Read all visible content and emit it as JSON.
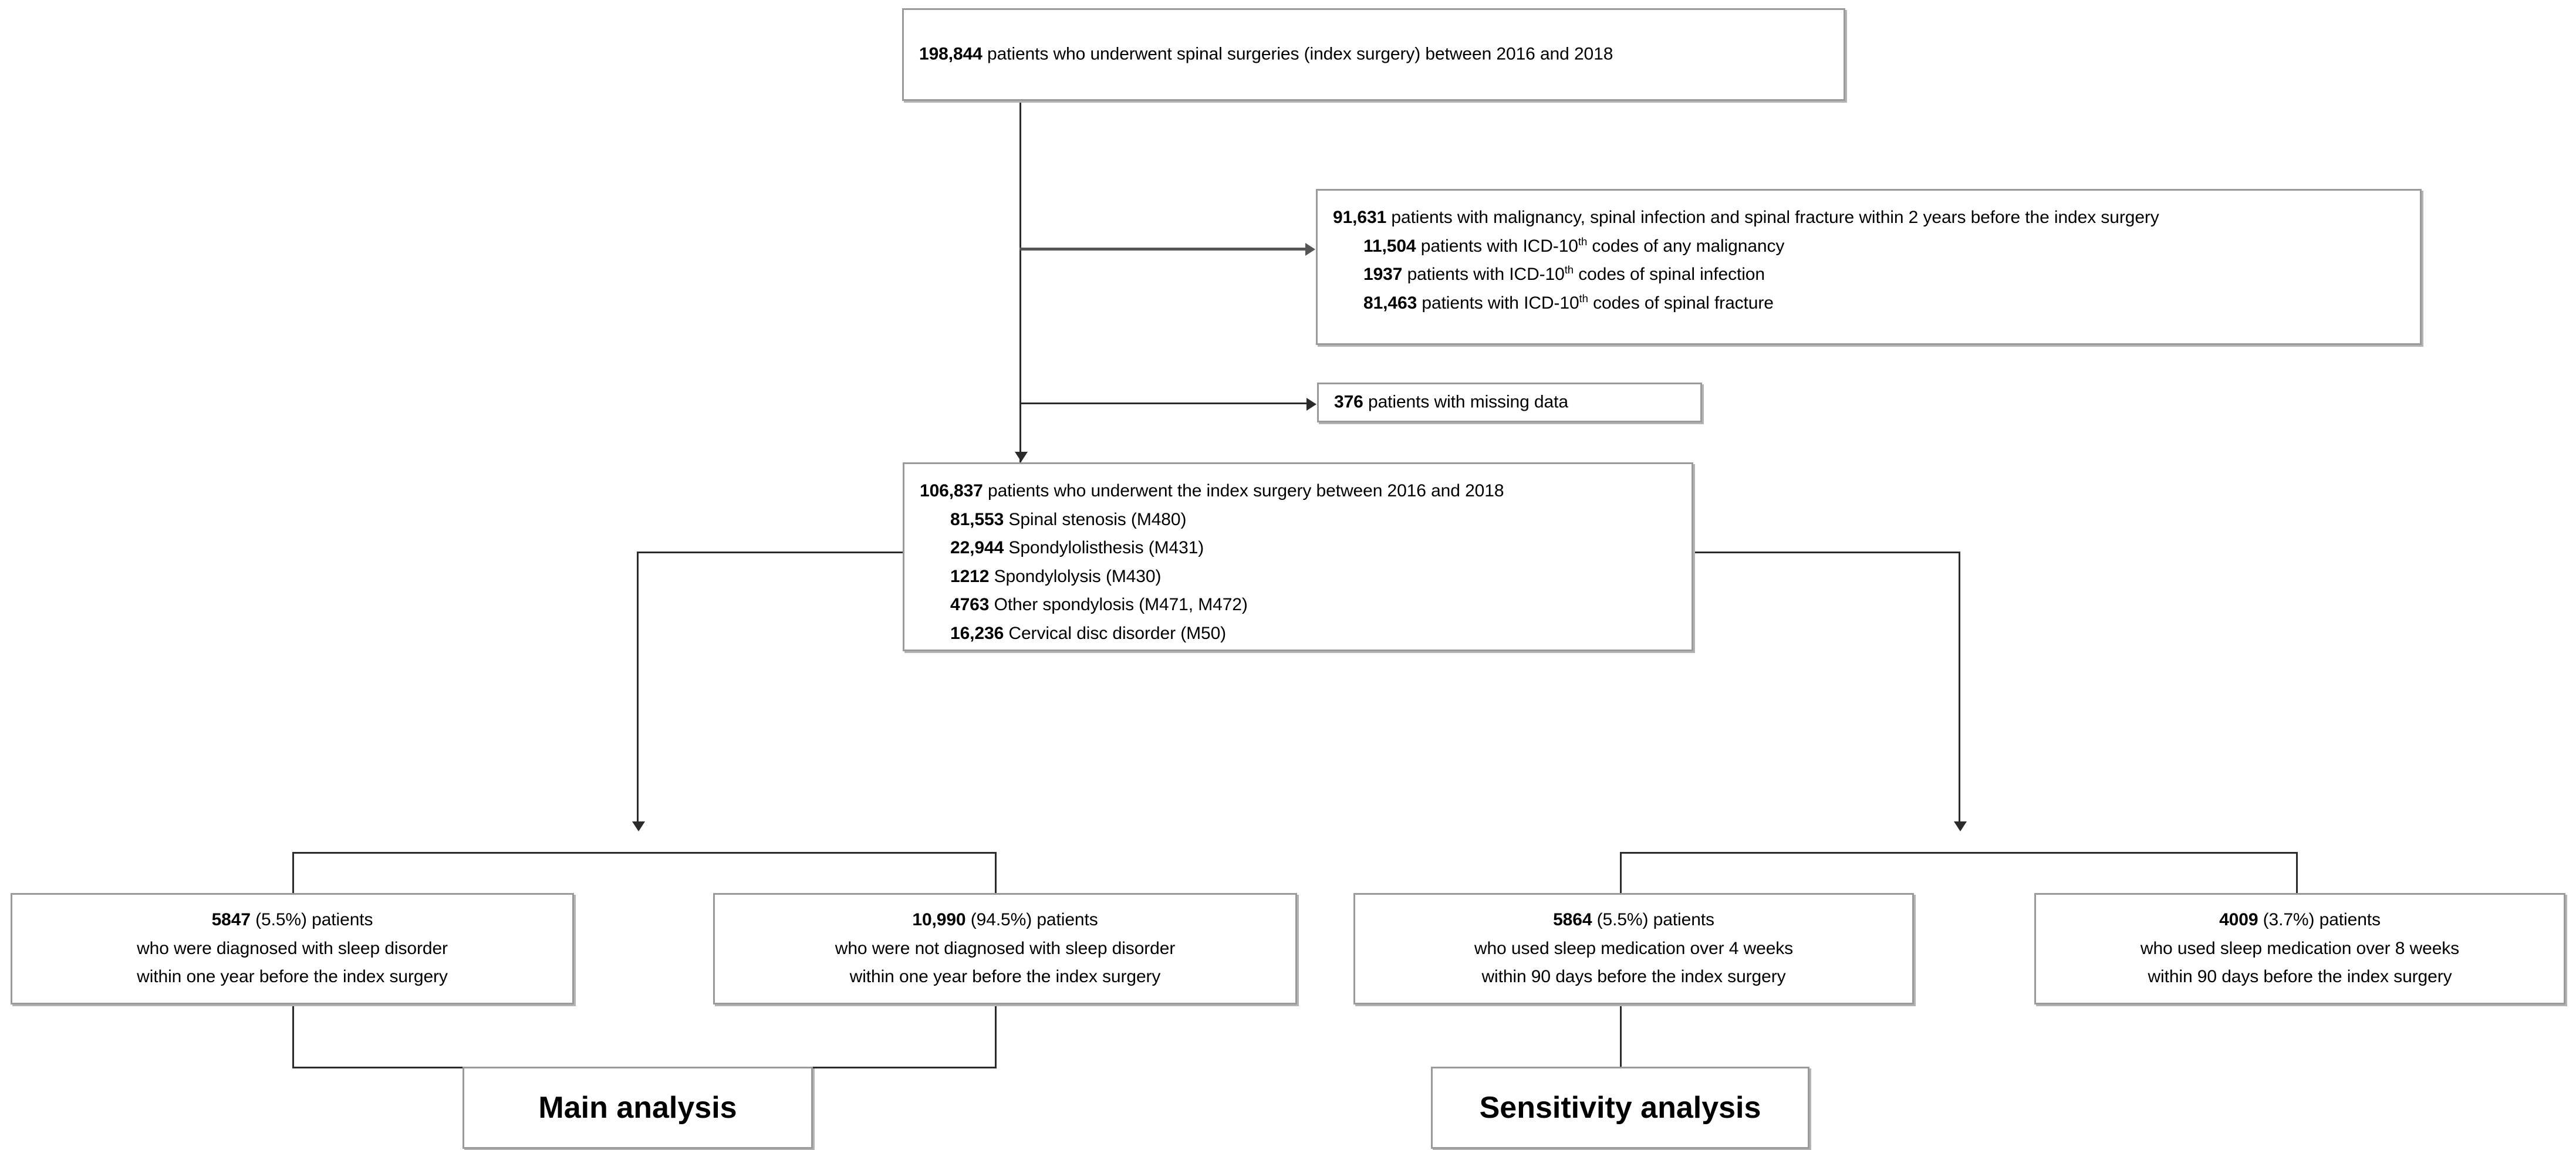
{
  "diagram": {
    "title": "Study cohort selection flow diagram",
    "type": "flowchart",
    "colors": {
      "box_border": "#9a9a9a",
      "box_shadow": "#b4b4b4",
      "connector": "#2b2b2b",
      "background": "#ffffff"
    }
  },
  "nodes": {
    "source_cohort": {
      "count": "198,844",
      "text": " patients who underwent spinal surgeries (index surgery) between 2016 and 2018"
    },
    "exclusion_clinical": {
      "count": "91,631",
      "text": "  patients with malignancy, spinal infection and spinal fracture within 2 years before the index surgery",
      "sub_items": [
        {
          "count": "11,504",
          "pre": " patients with ICD-10",
          "sup": "th",
          "post": " codes of any malignancy"
        },
        {
          "count": "1937",
          "pre": " patients with ICD-10",
          "sup": "th",
          "post": " codes of spinal infection"
        },
        {
          "count": "81,463",
          "pre": " patients with ICD-10",
          "sup": "th",
          "post": " codes of spinal fracture"
        }
      ]
    },
    "exclusion_missing": {
      "count": "376",
      "text": " patients with missing data"
    },
    "study_cohort": {
      "count": "106,837",
      "text": " patients who underwent the index surgery between 2016 and 2018",
      "sub_items": [
        {
          "count": "81,553",
          "label": " Spinal stenosis (M480)"
        },
        {
          "count": "22,944",
          "label": " Spondylolisthesis (M431)"
        },
        {
          "count": "1212",
          "label": " Spondylolysis (M430)"
        },
        {
          "count": "4763",
          "label": " Other spondylosis (M471, M472)"
        },
        {
          "count": "16,236",
          "label": " Cervical disc disorder (M50)"
        }
      ]
    },
    "main_exposed": {
      "count": "5847",
      "pct": "  (5.5%) patients",
      "line2": "who were diagnosed with sleep disorder",
      "line3": "within one year before the index surgery"
    },
    "main_unexposed": {
      "count": "10,990",
      "pct": " (94.5%) patients",
      "line2": "who were not diagnosed with sleep disorder",
      "line3": "within one year before the index surgery"
    },
    "sens_4weeks": {
      "count": "5864",
      "pct": " (5.5%) patients",
      "line2": "who used sleep medication over 4 weeks",
      "line3": "within 90 days before the index surgery"
    },
    "sens_8weeks": {
      "count": "4009",
      "pct": " (3.7%) patients",
      "line2": "who used sleep medication over 8 weeks",
      "line3": "within 90 days before the index surgery"
    },
    "main_analysis": {
      "label": "Main analysis"
    },
    "sensitivity_analysis": {
      "label": "Sensitivity analysis"
    }
  }
}
